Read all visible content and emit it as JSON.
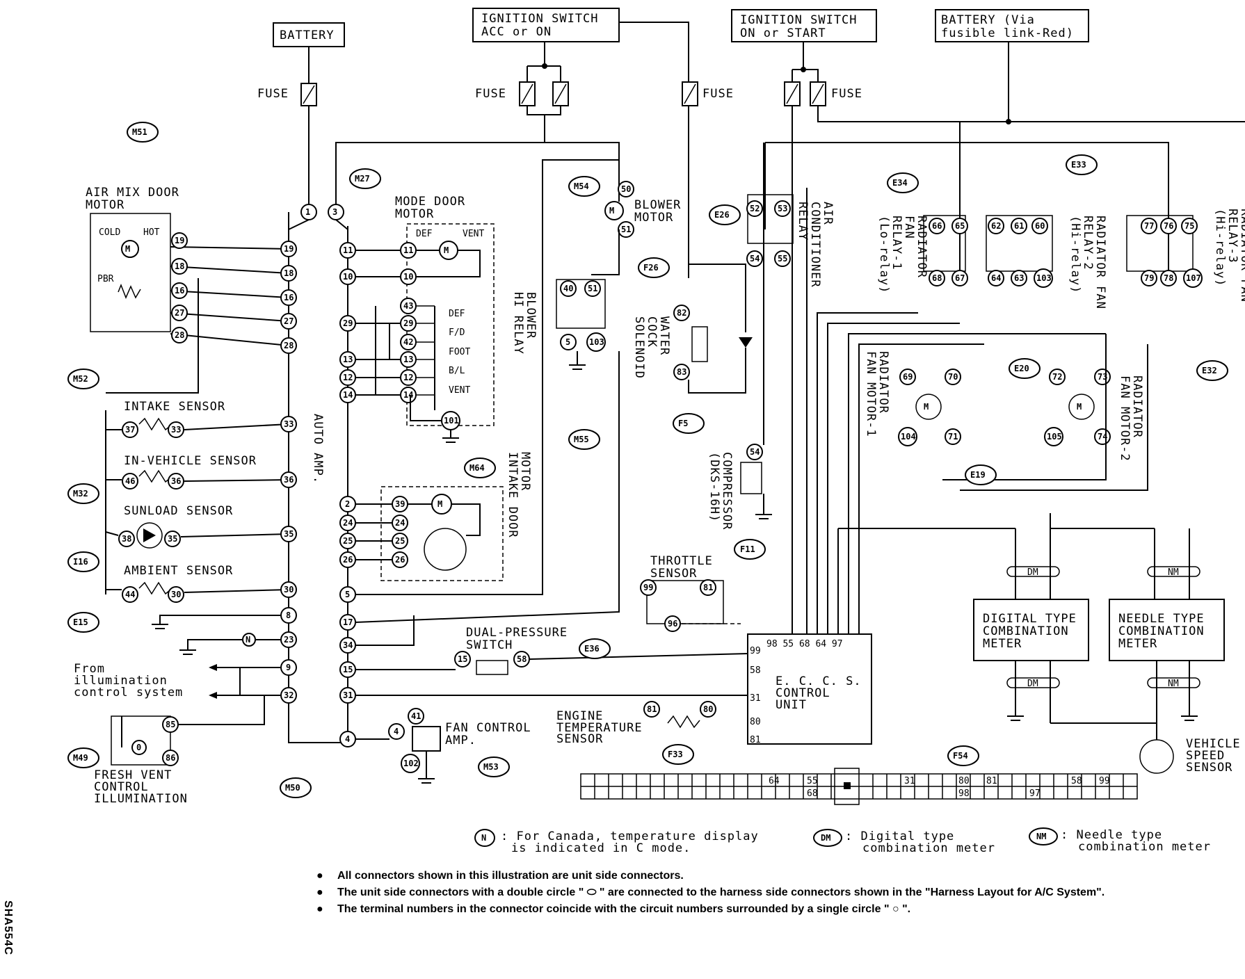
{
  "power": {
    "battery": "BATTERY",
    "ign_acc": [
      "IGNITION SWITCH",
      "ACC or ON"
    ],
    "ign_on": [
      "IGNITION SWITCH",
      "ON or START"
    ],
    "battery_fusible": [
      "BATTERY (Via",
      "fusible link-Red)"
    ],
    "fuse": "FUSE"
  },
  "components": {
    "air_mix": [
      "AIR MIX DOOR",
      "MOTOR"
    ],
    "cold": "COLD",
    "hot": "HOT",
    "pbr": "PBR",
    "mode_door": [
      "MODE DOOR",
      "MOTOR"
    ],
    "def": "DEF",
    "vent": "VENT",
    "mode_pos": [
      "DEF",
      "F/D",
      "FOOT",
      "B/L",
      "VENT"
    ],
    "blower_motor": [
      "BLOWER",
      "MOTOR"
    ],
    "blower_relay": [
      "BLOWER",
      "HI RELAY"
    ],
    "water_cock": [
      "WATER",
      "COCK",
      "SOLENOID"
    ],
    "ac_relay": [
      "AIR",
      "CONDITIONER",
      "RELAY"
    ],
    "rad_relay1": [
      "RADIATOR",
      "FAN",
      "RELAY-1",
      "(Lo-relay)"
    ],
    "rad_relay2": [
      "RADIATOR FAN",
      "RELAY-2",
      "(Hi-relay)"
    ],
    "rad_relay3": [
      "RADIATOR FAN",
      "RELAY-3",
      "(Hi-relay)"
    ],
    "rad_motor1": [
      "RADIATOR",
      "FAN MOTOR-1"
    ],
    "rad_motor2": [
      "RADIATOR",
      "FAN MOTOR-2"
    ],
    "intake": "INTAKE SENSOR",
    "invehicle": "IN-VEHICLE SENSOR",
    "sunload": "SUNLOAD SENSOR",
    "ambient": "AMBIENT SENSOR",
    "auto_amp": "AUTO AMP.",
    "intake_door": [
      "INTAKE DOOR",
      "MOTOR"
    ],
    "compressor": [
      "COMPRESSOR",
      "(DKS-16H)"
    ],
    "throttle": [
      "THROTTLE",
      "SENSOR"
    ],
    "dual_pressure": [
      "DUAL-PRESSURE",
      "SWITCH"
    ],
    "fan_control": [
      "FAN CONTROL",
      "AMP."
    ],
    "eccs": [
      "E. C. C. S.",
      "CONTROL",
      "UNIT"
    ],
    "eccs_pins": "98 55 68 64 97",
    "engine_temp": [
      "ENGINE",
      "TEMPERATURE",
      "SENSOR"
    ],
    "illumination": [
      "From",
      "illumination",
      "control system"
    ],
    "fresh_vent": [
      "FRESH VENT",
      "CONTROL",
      "ILLUMINATION"
    ],
    "digital_meter": [
      "DIGITAL TYPE",
      "COMBINATION",
      "METER"
    ],
    "needle_meter": [
      "NEEDLE TYPE",
      "COMBINATION",
      "METER"
    ],
    "speed_sensor": [
      "VEHICLE",
      "SPEED",
      "SENSOR"
    ]
  },
  "connectors": [
    "M51",
    "M27",
    "M54",
    "E26",
    "E34",
    "E33",
    "M52",
    "M32",
    "I16",
    "E15",
    "M55",
    "F26",
    "F5",
    "F11",
    "E36",
    "M64",
    "M49",
    "M50",
    "M53",
    "F33",
    "F54",
    "E20",
    "E19",
    "E32"
  ],
  "legend": {
    "n": "N",
    "n_text": [
      ": For Canada, temperature display",
      "is indicated in C mode."
    ],
    "dm": "DM",
    "dm_text": [
      ": Digital type",
      "combination meter"
    ],
    "nm": "NM",
    "nm_text": [
      ": Needle type",
      "combination meter"
    ]
  },
  "notes": [
    "All connectors shown in this illustration are unit side connectors.",
    "The unit side connectors with a double circle \" ⬭ \" are connected to the harness side connectors shown in the \"Harness Layout for A/C System\".",
    "The terminal numbers in the connector coincide with the circuit numbers surrounded by a single circle \" ○ \"."
  ],
  "bullet": "●",
  "code": "SHA554C"
}
